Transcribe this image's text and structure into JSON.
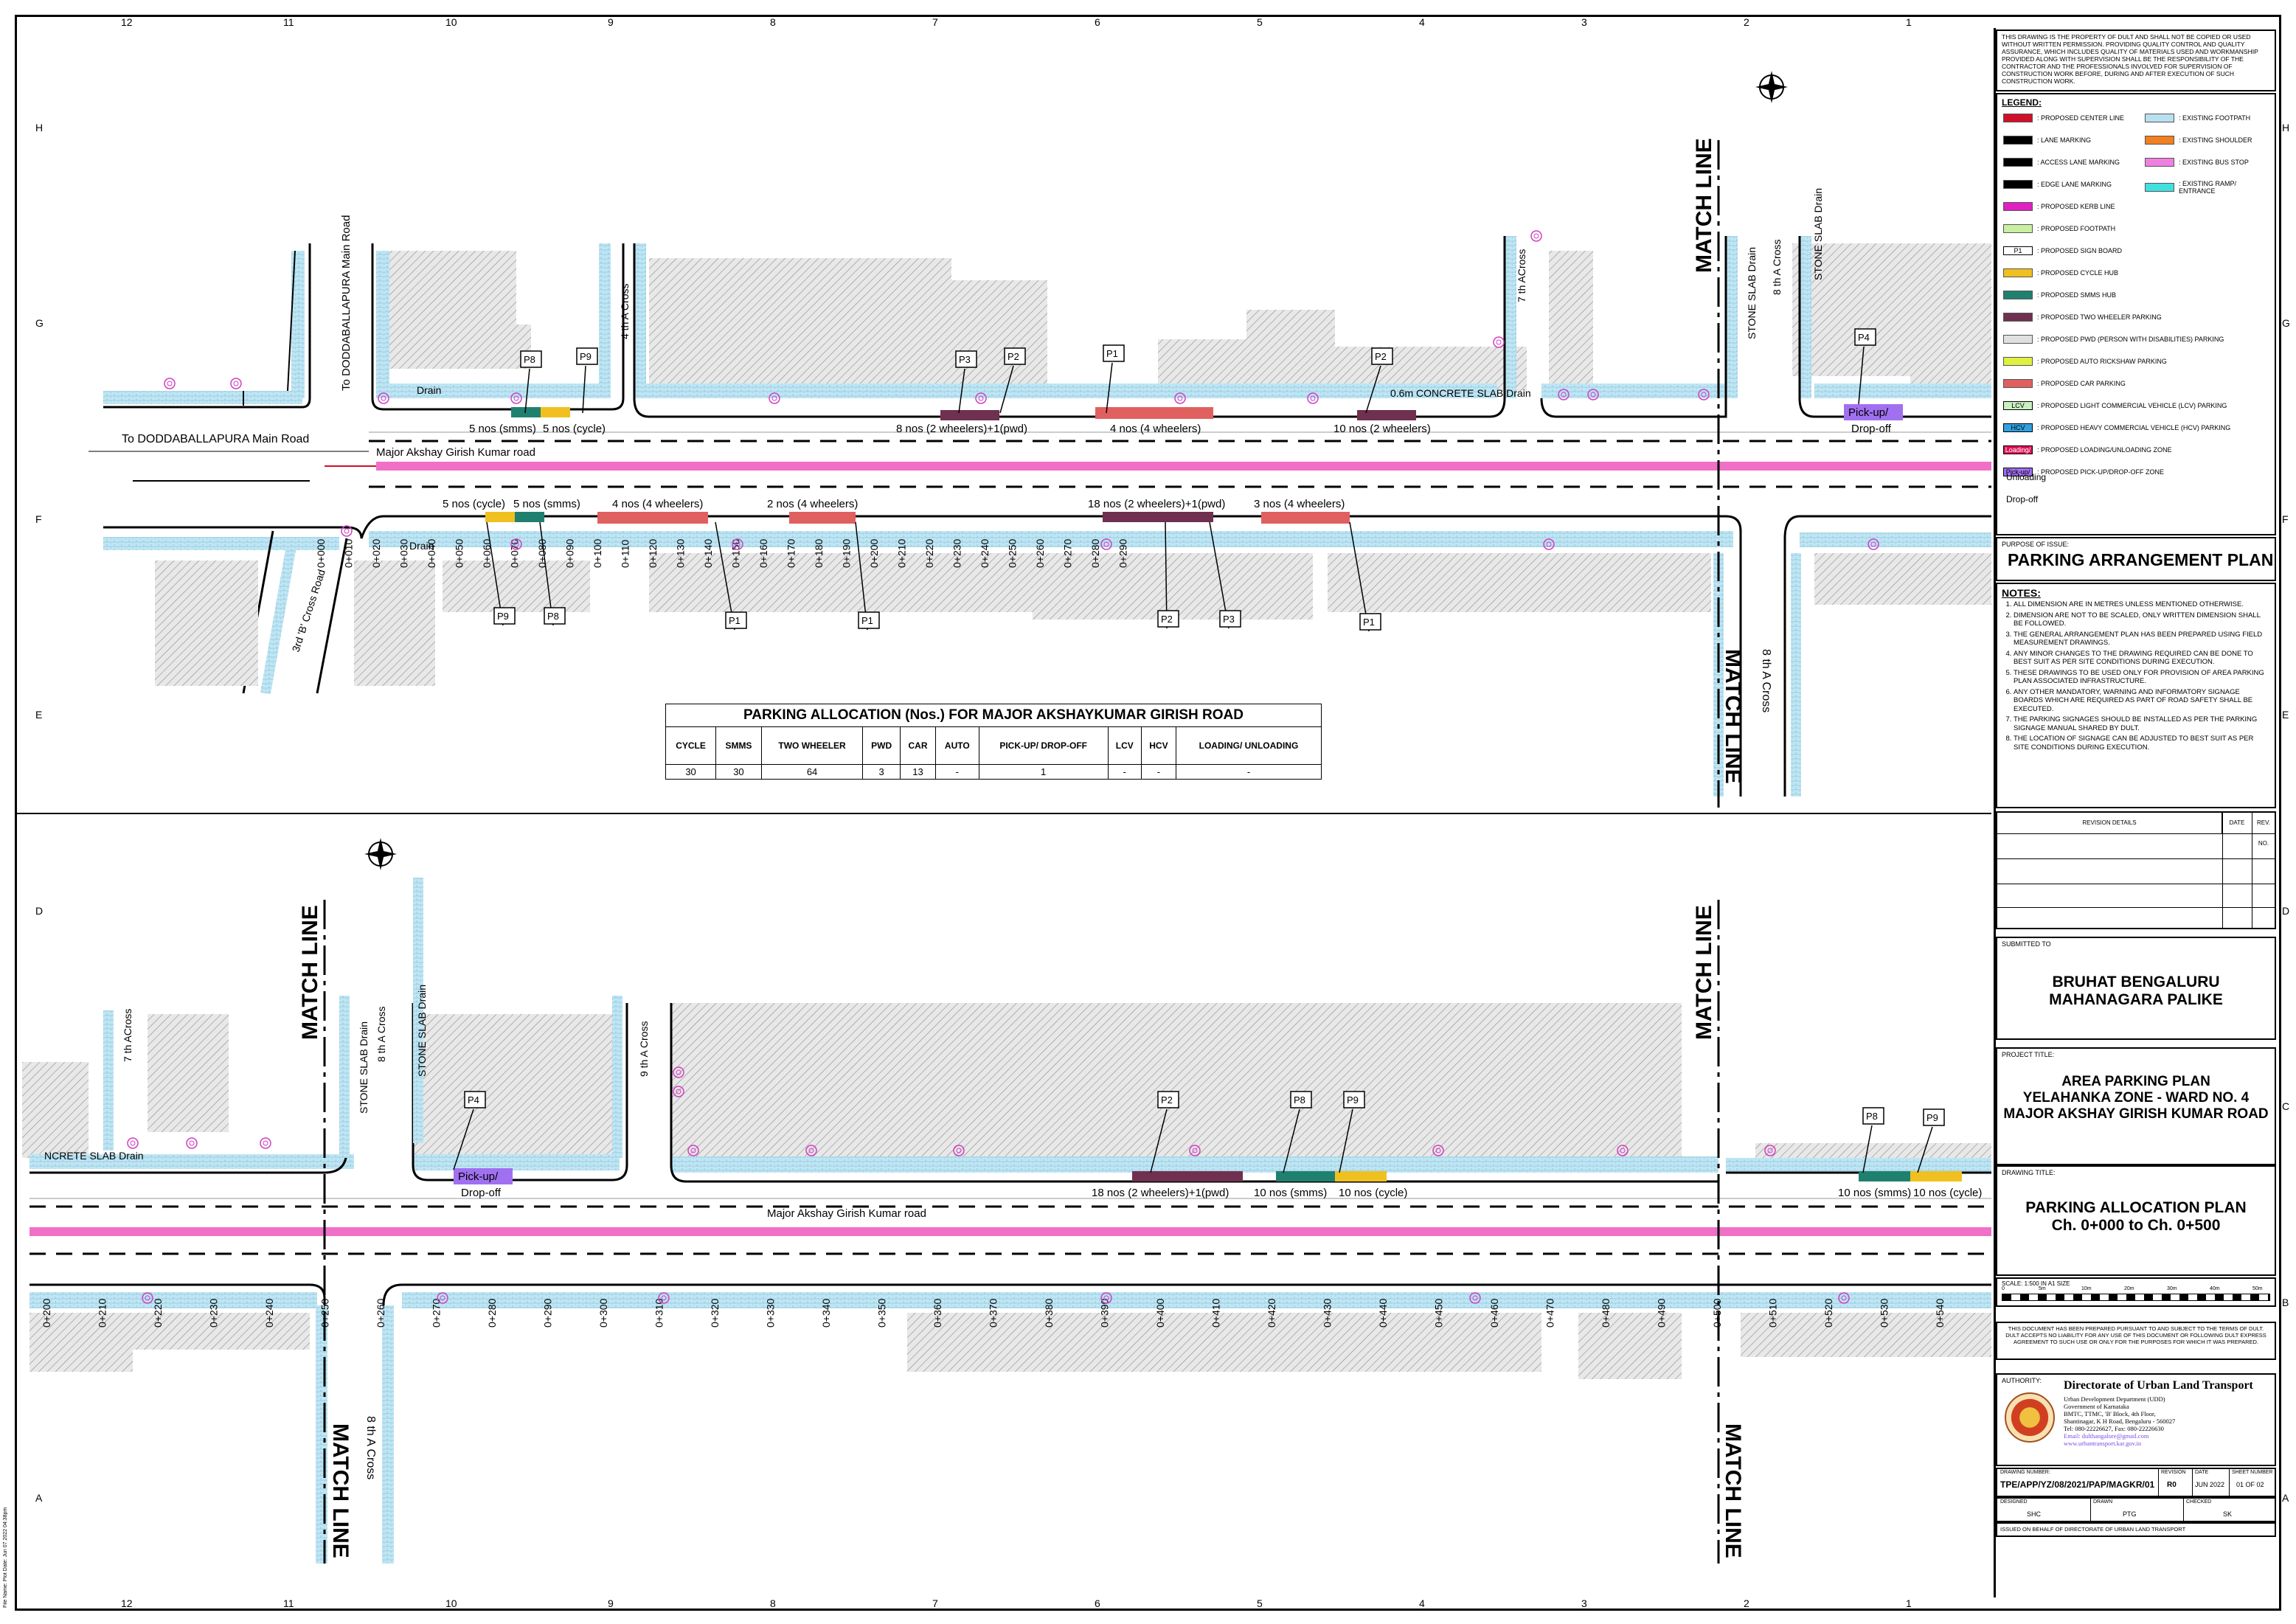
{
  "grid": {
    "columns": [
      "12",
      "11",
      "10",
      "9",
      "8",
      "7",
      "6",
      "5",
      "4",
      "3",
      "2",
      "1"
    ],
    "rows": [
      "H",
      "G",
      "F",
      "E",
      "D",
      "C",
      "B",
      "A"
    ]
  },
  "disclaimer_top": "THIS DRAWING IS THE PROPERTY OF DULT AND SHALL NOT BE COPIED OR USED WITHOUT WRITTEN PERMISSION. PROVIDING QUALITY CONTROL AND QUALITY ASSURANCE, WHICH INCLUDES QUALITY OF MATERIALS USED AND WORKMANSHIP PROVIDED ALONG WITH SUPERVISION SHALL BE THE RESPONSIBILITY OF THE CONTRACTOR AND THE PROFESSIONALS INVOLVED FOR SUPERVISION OF CONSTRUCTION WORK BEFORE, DURING AND AFTER EXECUTION OF SUCH CONSTRUCTION WORK.",
  "legend": {
    "title": "LEGEND:",
    "left": [
      {
        "swatch": "#d0102a",
        "label": ": PROPOSED CENTER LINE"
      },
      {
        "swatch": "#000",
        "label": ": LANE MARKING"
      },
      {
        "swatch": "#000",
        "label": ": ACCESS LANE MARKING"
      },
      {
        "swatch": "#000",
        "label": ": EDGE LANE MARKING"
      },
      {
        "swatch": "#e020c0",
        "label": ": PROPOSED KERB LINE"
      },
      {
        "swatch": "#c8f0a0",
        "label": ": PROPOSED FOOTPATH"
      },
      {
        "swatch": "P1",
        "label": ": PROPOSED SIGN BOARD"
      },
      {
        "swatch": "#f0c020",
        "label": ": PROPOSED CYCLE HUB"
      },
      {
        "swatch": "#208070",
        "label": ": PROPOSED SMMS HUB"
      },
      {
        "swatch": "#703050",
        "label": ": PROPOSED TWO WHEELER PARKING"
      },
      {
        "swatch": "#e0e0e0",
        "label": ": PROPOSED PWD (PERSON WITH DISABILITIES) PARKING"
      },
      {
        "swatch": "#e0f040",
        "label": ": PROPOSED AUTO RICKSHAW PARKING"
      },
      {
        "swatch": "#e06060",
        "label": ": PROPOSED CAR PARKING"
      },
      {
        "swatch": "LCV",
        "label": ": PROPOSED LIGHT COMMERCIAL VEHICLE (LCV) PARKING"
      },
      {
        "swatch": "HCV",
        "label": ": PROPOSED HEAVY COMMERCIAL VEHICLE (HCV) PARKING"
      },
      {
        "swatch": "Loading/",
        "label": ": PROPOSED LOADING/UNLOADING ZONE"
      },
      {
        "swatch": "Pick-up/",
        "label": ": PROPOSED PICK-UP/DROP-OFF ZONE"
      }
    ],
    "right": [
      {
        "swatch": "#b8e0f0",
        "label": ": EXISTING FOOTPATH"
      },
      {
        "swatch": "#f08020",
        "label": ": EXISTING SHOULDER"
      },
      {
        "swatch": "#f080e0",
        "label": ": EXISTING BUS STOP"
      },
      {
        "swatch": "#40e0e0",
        "label": ": EXISTING RAMP/ ENTRANCE"
      }
    ],
    "unloading_word": "Unloading",
    "dropoff_word": "Drop-off"
  },
  "purpose": {
    "label": "PURPOSE OF ISSUE:",
    "value": "PARKING ARRANGEMENT PLAN"
  },
  "notes": {
    "title": "NOTES:",
    "items": [
      "ALL DIMENSION ARE IN METRES UNLESS MENTIONED OTHERWISE.",
      "DIMENSION ARE NOT TO BE SCALED, ONLY WRITTEN DIMENSION SHALL BE FOLLOWED.",
      "THE GENERAL ARRANGEMENT PLAN HAS BEEN PREPARED USING FIELD MEASUREMENT DRAWINGS.",
      "ANY MINOR CHANGES TO THE DRAWING REQUIRED CAN BE DONE TO BEST SUIT AS PER SITE CONDITIONS DURING EXECUTION.",
      "THESE DRAWINGS TO BE USED ONLY FOR PROVISION OF AREA PARKING PLAN ASSOCIATED INFRASTRUCTURE.",
      "ANY OTHER MANDATORY, WARNING AND INFORMATORY SIGNAGE BOARDS WHICH ARE REQUIRED AS PART OF ROAD SAFETY SHALL BE EXECUTED.",
      "THE PARKING SIGNAGES SHOULD BE INSTALLED AS PER THE PARKING SIGNAGE MANUAL SHARED BY DULT.",
      "THE LOCATION OF SIGNAGE CAN BE ADJUSTED TO BEST SUIT AS PER SITE CONDITIONS DURING EXECUTION."
    ]
  },
  "revision": {
    "details": "REVISION DETAILS",
    "date": "DATE",
    "rev": "REV. NO."
  },
  "submitted": {
    "label": "SUBMITTED TO",
    "line1": "BRUHAT BENGALURU",
    "line2": "MAHANAGARA PALIKE"
  },
  "project": {
    "label": "PROJECT TITLE:",
    "line1": "AREA PARKING PLAN",
    "line2": "YELAHANKA ZONE - WARD NO. 4",
    "line3": "MAJOR AKSHAY GIRISH KUMAR ROAD"
  },
  "drawing_title": {
    "label": "DRAWING TITLE:",
    "line1": "PARKING ALLOCATION PLAN",
    "line2": "Ch. 0+000 to Ch. 0+500"
  },
  "scale": {
    "label": "SCALE: 1:500 IN A1 SIZE",
    "ticks": [
      "0",
      "5m",
      "10m",
      "20m",
      "30m",
      "40m",
      "50m"
    ]
  },
  "disclaimer_bottom": "THIS DOCUMENT HAS BEEN PREPARED PURSUANT TO AND SUBJECT TO THE TERMS OF DULT. DULT ACCEPTS NO LIABILITY FOR ANY USE OF THIS DOCUMENT OR FOLLOWING DULT EXPRESS AGREEMENT TO SUCH USE OR ONLY FOR THE PURPOSES FOR WHICH IT WAS PREPARED.",
  "authority": {
    "label": "AUTHORITY:",
    "name": "Directorate of Urban Land Transport",
    "lines": [
      "Urban Development Department (UDD)",
      "Government of Karnataka",
      "BMTC, TTMC, 'B' Block, 4th Floor,",
      "Shantinagar, K H Road, Bengaluru - 560027",
      "Tel: 080-22226627, Fax: 080-22226630",
      "Email: dulthangalore@gmail.com",
      "www.urbantransport.kar.gov.in"
    ]
  },
  "drawing_number": {
    "label": "DRAWING NUMBER:",
    "value": "TPE/APP/YZ/08/2021/PAP/MAGKR/01",
    "rev_label": "REVISION",
    "rev": "R0",
    "date_label": "DATE",
    "date": "JUN 2022",
    "sheet_label": "SHEET NUMBER",
    "sheet": "01 OF 02"
  },
  "signatures": {
    "designed_label": "DESIGNED",
    "designed": "SHC",
    "drawn_label": "DRAWN",
    "drawn": "PTG",
    "checked_label": "CHECKED",
    "checked": "SK"
  },
  "issued": "ISSUED ON BEHALF OF DIRECTORATE OF URBAN LAND TRANSPORT",
  "table": {
    "title": "PARKING ALLOCATION (Nos.) FOR MAJOR AKSHAYKUMAR GIRISH ROAD",
    "headers": [
      "CYCLE",
      "SMMS",
      "TWO WHEELER",
      "PWD",
      "CAR",
      "AUTO",
      "PICK-UP/ DROP-OFF",
      "LCV",
      "HCV",
      "LOADING/ UNLOADING"
    ],
    "values": [
      "30",
      "30",
      "64",
      "3",
      "13",
      "-",
      "1",
      "-",
      "-",
      "-"
    ]
  },
  "plan": {
    "road_name_top": "Major Akshay Girish Kumar road",
    "road_name_bottom": "Major Akshay Girish Kumar road",
    "doddaballapura_main": "To DODDABALLAPURA Main Road",
    "doddaballapura_vertical": "To DODDABALLAPURA Main Road",
    "cross_4a": "4 th A Cross",
    "cross_7a": "7 th ACross",
    "cross_8a": "8 th A Cross",
    "cross_9a": "9 th A Cross",
    "cross_3b": "3rd 'B' Cross Road",
    "stone_slab": "STONE SLAB Drain",
    "concrete_slab": "0.6m CONCRETE SLAB Drain",
    "concrete_slab_b": "NCRETE SLAB Drain",
    "drain": "Drain",
    "match_line": "MATCH LINE",
    "pickup": "Pick-up/",
    "dropoff": "Drop-off",
    "top_north_labels": [
      {
        "text": "5 nos (smms)"
      },
      {
        "text": "5 nos (cycle)"
      },
      {
        "text": "8 nos (2 wheelers)+1(pwd)"
      },
      {
        "text": "4 nos (4 wheelers)"
      },
      {
        "text": "10 nos (2 wheelers)"
      }
    ],
    "top_south_labels": [
      {
        "text": "5 nos (cycle)"
      },
      {
        "text": "5 nos (smms)"
      },
      {
        "text": "4 nos (4 wheelers)"
      },
      {
        "text": "2 nos (4 wheelers)"
      },
      {
        "text": "18 nos (2 wheelers)+1(pwd)"
      },
      {
        "text": "3 nos (4 wheelers)"
      }
    ],
    "bottom_labels": [
      {
        "text": "18 nos (2 wheelers)+1(pwd)"
      },
      {
        "text": "10 nos (smms)"
      },
      {
        "text": "10 nos (cycle)"
      },
      {
        "text": "10 nos (smms)"
      },
      {
        "text": "10 nos (cycle)"
      }
    ],
    "signs_top": [
      "P8",
      "P9",
      "P3",
      "P2",
      "P1",
      "P2",
      "P4"
    ],
    "signs_top_south": [
      "P9",
      "P8",
      "P1",
      "P1",
      "P2",
      "P3",
      "P1"
    ],
    "signs_bottom": [
      "P4",
      "P2",
      "P8",
      "P9",
      "P8",
      "P9"
    ],
    "chainage_top": [
      "0+000",
      "0+010",
      "0+020",
      "0+030",
      "0+040",
      "0+050",
      "0+060",
      "0+070",
      "0+080",
      "0+090",
      "0+100",
      "0+110",
      "0+120",
      "0+130",
      "0+140",
      "0+150",
      "0+160",
      "0+170",
      "0+180",
      "0+190",
      "0+200",
      "0+210",
      "0+220",
      "0+230",
      "0+240",
      "0+250",
      "0+260",
      "0+270",
      "0+280",
      "0+290"
    ],
    "chainage_bottom": [
      "0+200",
      "0+210",
      "0+220",
      "0+230",
      "0+240",
      "0+250",
      "0+260",
      "0+270",
      "0+280",
      "0+290",
      "0+300",
      "0+310",
      "0+320",
      "0+330",
      "0+340",
      "0+350",
      "0+360",
      "0+370",
      "0+380",
      "0+390",
      "0+400",
      "0+410",
      "0+420",
      "0+430",
      "0+440",
      "0+450",
      "0+460",
      "0+470",
      "0+480",
      "0+490",
      "0+500",
      "0+510",
      "0+520",
      "0+530",
      "0+540"
    ]
  },
  "side_text": "File Name: Plot Date: Jun 07 2022 04:38pm",
  "colors": {
    "footpath": "#bfe6f5",
    "kerb": "#e020c0",
    "road_pink": "#f070c8",
    "building_hatch": "#9a9a9a",
    "sign": "#000"
  }
}
